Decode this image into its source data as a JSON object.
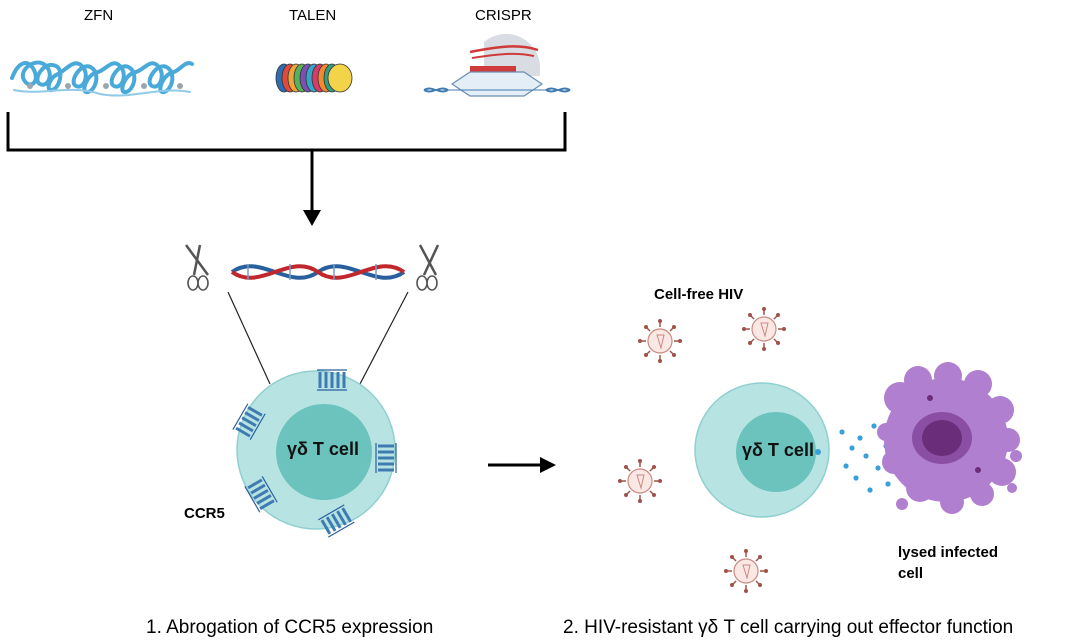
{
  "tools": {
    "zfn": "ZFN",
    "talen": "TALEN",
    "crispr": "CRISPR"
  },
  "panel1": {
    "cell_label": "γδ T cell",
    "receptor_label": "CCR5",
    "caption": "1. Abrogation of CCR5 expression"
  },
  "panel2": {
    "virus_label": "Cell-free HIV",
    "cell_label": "γδ T cell",
    "target_label_line1": "lysed infected",
    "target_label_line2": "cell",
    "caption": "2. HIV-resistant γδ T cell carrying out effector function"
  },
  "colors": {
    "cell_body": "#b7e3e3",
    "cell_nucleus": "#6cc2bc",
    "cell_outline": "#8fd0cf",
    "receptor": "#3f7bb0",
    "dna_red": "#c0282d",
    "dna_blue": "#2a5f9e",
    "protein_blue": "#49a9d9",
    "infected_cell": "#b07fcf",
    "infected_nucleus": "#6a2d7a",
    "virus_body": "#fbe8e4",
    "virus_spike": "#a0524a",
    "granule": "#3aa0d8"
  },
  "icons": [
    "zfn-protein-icon",
    "talen-protein-icon",
    "crispr-cas9-icon",
    "scissors-icon",
    "dna-helix-icon",
    "hiv-virion-icon",
    "arrow-down-icon",
    "arrow-right-icon"
  ]
}
